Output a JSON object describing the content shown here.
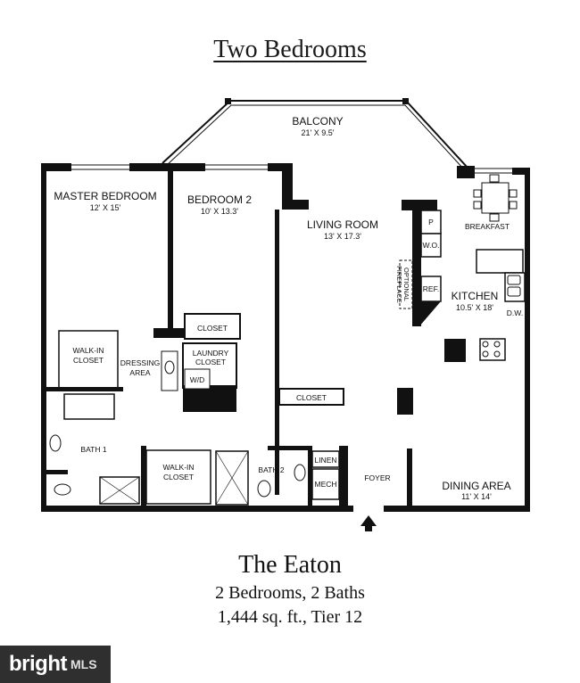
{
  "title": "Two Bedrooms",
  "rooms": {
    "balcony": {
      "name": "BALCONY",
      "dim": "21' X 9.5'"
    },
    "master": {
      "name": "MASTER BEDROOM",
      "dim": "12' X 15'"
    },
    "bedroom2": {
      "name": "BEDROOM 2",
      "dim": "10' X 13.3'"
    },
    "living": {
      "name": "LIVING ROOM",
      "dim": "13' X 17.3'"
    },
    "kitchen": {
      "name": "KITCHEN",
      "dim": "10.5' X 18'"
    },
    "dining": {
      "name": "DINING AREA",
      "dim": "11' X 14'"
    },
    "breakfast": "BREAKFAST",
    "walkin1_a": "WALK-IN",
    "walkin1_b": "CLOSET",
    "walkin2_a": "WALK-IN",
    "walkin2_b": "CLOSET",
    "dressing_a": "DRESSING",
    "dressing_b": "AREA",
    "closet_b2": "CLOSET",
    "laundry_a": "LAUNDRY",
    "laundry_b": "CLOSET",
    "wd": "W/D",
    "closet_lr": "CLOSET",
    "bath1": "BATH 1",
    "bath2": "BATH 2",
    "linen": "LINEN",
    "mech": "MECH",
    "foyer": "FOYER",
    "pantry": "P",
    "wo": "W.O.",
    "ref": "REF.",
    "dw": "D.W.",
    "fireplace_a": "OPTIONAL",
    "fireplace_b": "FIREPLACE"
  },
  "footer": {
    "name": "The Eaton",
    "line1": "2 Bedrooms, 2 Baths",
    "line2": "1,444 sq. ft., Tier 12"
  },
  "watermark": {
    "brand": "bright",
    "suffix": "MLS"
  }
}
